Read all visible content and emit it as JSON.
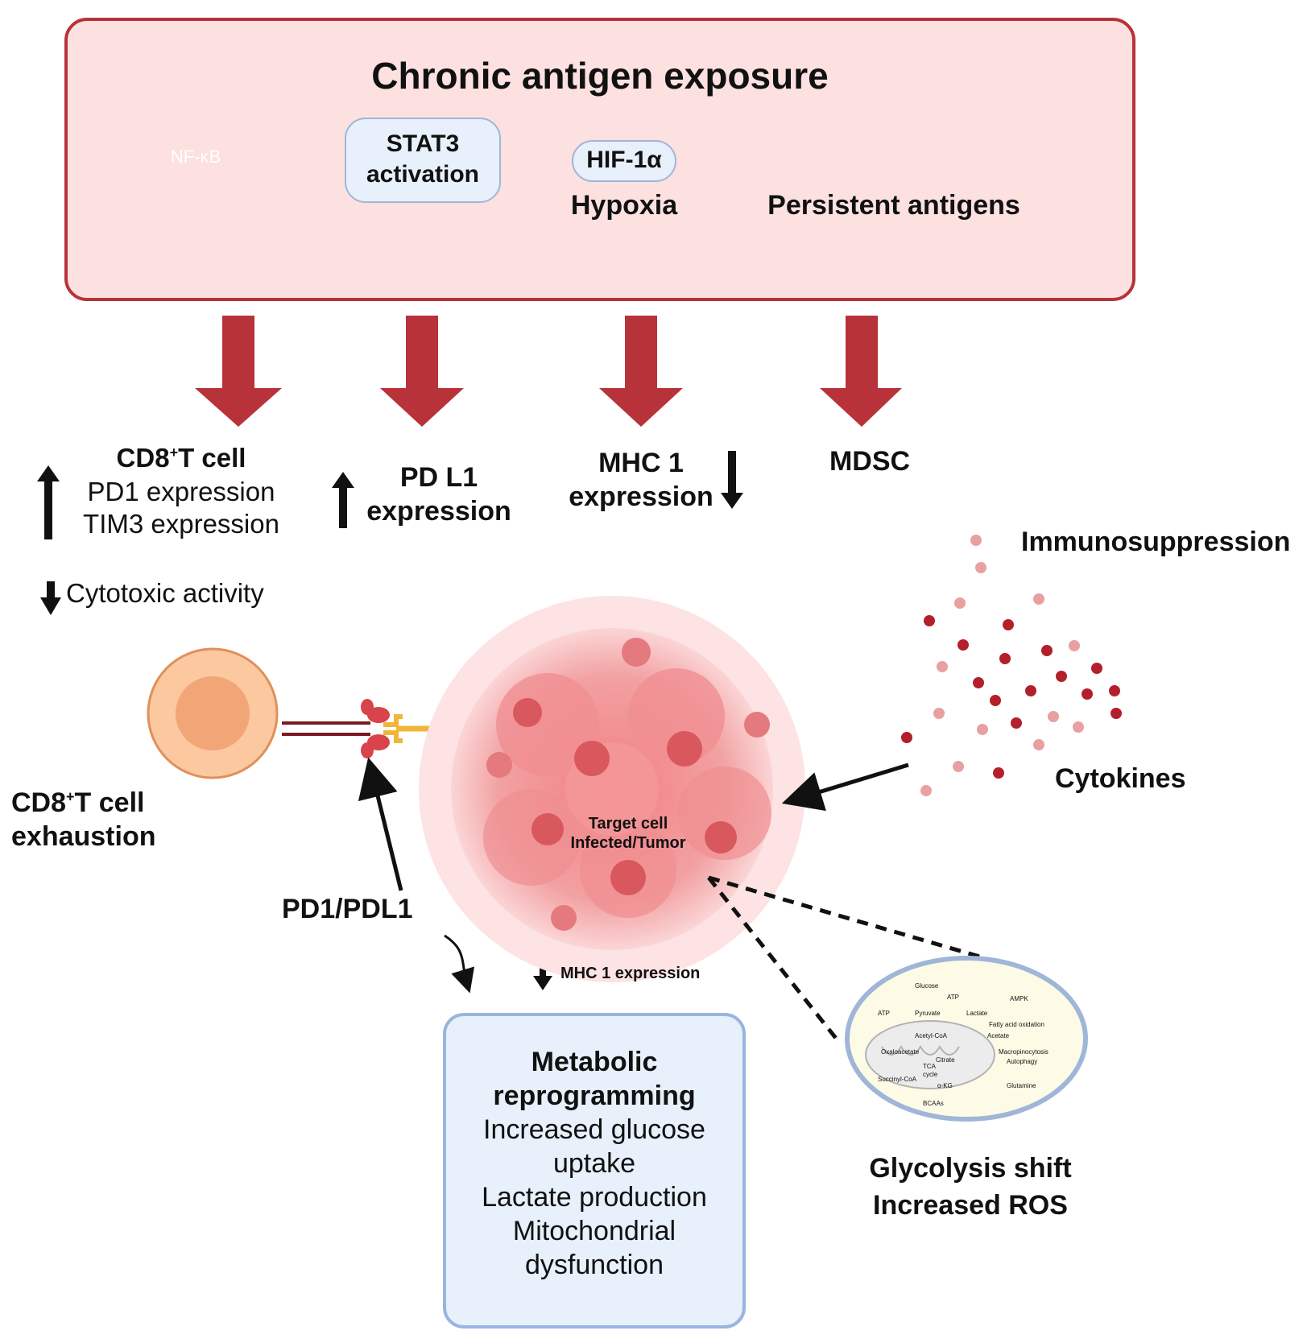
{
  "top": {
    "title": "Chronic antigen exposure",
    "nfkb": "NF-κB",
    "stat3": [
      "STAT3",
      "activation"
    ],
    "hif": "HIF-1α",
    "hypoxia": "Hypoxia",
    "antigens": "Persistent antigens"
  },
  "effects": {
    "cd8_title": "CD8",
    "cd8_sup": "+",
    "cd8_title_rest": "T cell",
    "pd1": "PD1 expression",
    "tim3": "TIM3 expression",
    "cytotoxic": "Cytotoxic activity",
    "pdl1": [
      "PD L1",
      "expression"
    ],
    "mhc": [
      "MHC 1",
      "expression"
    ],
    "mdsc": "MDSC"
  },
  "center": {
    "immunosuppression": "Immunosuppression",
    "cytokines": "Cytokines",
    "exhaustion_a": "CD8",
    "exhaustion_sup": "+",
    "exhaustion_b": "T cell",
    "exhaustion_c": "exhaustion",
    "target1": "Target cell",
    "target2": "Infected/Tumor",
    "pd1pdl1": "PD1/PDL1",
    "mhc_small": "MHC 1 expression"
  },
  "metabolic": {
    "title": [
      "Metabolic",
      "reprogramming"
    ],
    "lines": [
      "Increased glucose",
      "uptake",
      "Lactate production",
      "Mitochondrial",
      "dysfunction"
    ]
  },
  "glycolysis": [
    "Glycolysis shift",
    "Increased ROS"
  ],
  "pathway": [
    "Glucose",
    "ATP",
    "AMPK",
    "Pyruvate",
    "Lactate",
    "ATP",
    "Fatty acid oxidation",
    "Acetyl-CoA",
    "Acetate",
    "Oxaloacetate",
    "Citrate",
    "Macropinocytosis",
    "Autophagy",
    "TCA",
    "cycle",
    "Succinyl-CoA",
    "α-KG",
    "Glutamine",
    "BCAAs"
  ],
  "colors": {
    "arrow_red": "#b8323a",
    "panel_fill": "#fde0e0",
    "box_blue": "#9ab4de",
    "nfkb": "#6a62d8"
  }
}
